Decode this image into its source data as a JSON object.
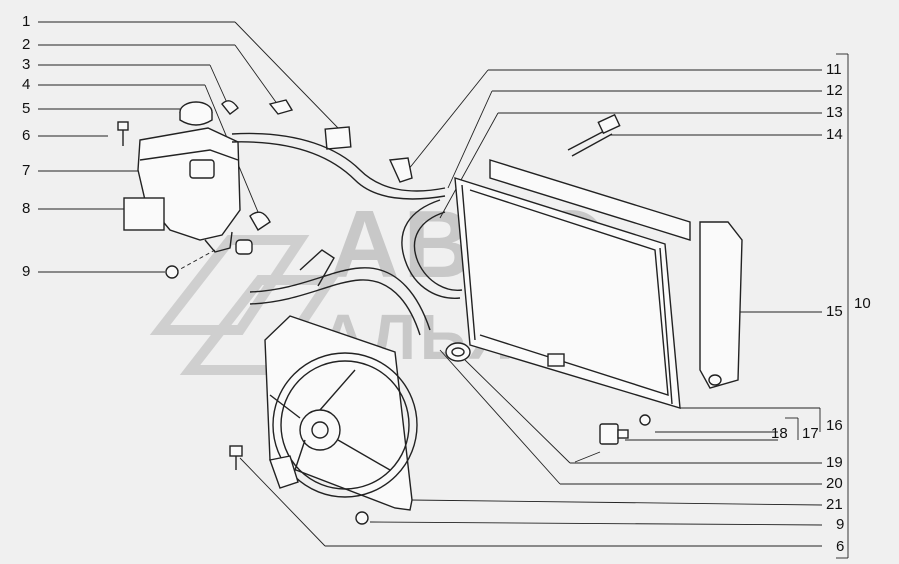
{
  "watermark": {
    "line1": "АВТО",
    "line2": "АЛЬЯНС"
  },
  "labels": {
    "l1": "1",
    "l2": "2",
    "l3": "3",
    "l4": "4",
    "l5": "5",
    "l6": "6",
    "l7": "7",
    "l8": "8",
    "l9": "9",
    "r11": "11",
    "r12": "12",
    "r13": "13",
    "r14": "14",
    "r15": "15",
    "r16": "16",
    "r17": "17",
    "r18": "18",
    "r19": "19",
    "r20": "20",
    "r21": "21",
    "r9": "9",
    "r6": "6",
    "r10": "10"
  },
  "colors": {
    "background": "#f0f0f0",
    "line": "#222222",
    "watermark": "#c8c8c8"
  }
}
